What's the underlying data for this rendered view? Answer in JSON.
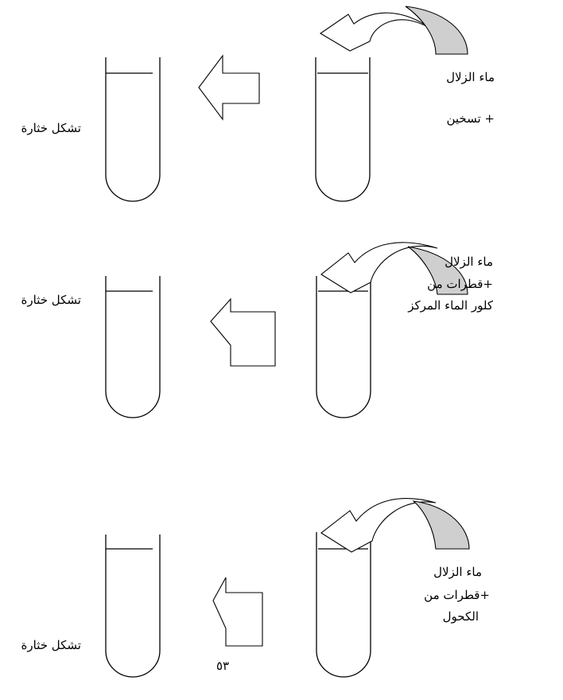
{
  "experiments": [
    {
      "reagent_lines": [
        "ماء الزلال",
        "+ تسخين"
      ],
      "result": "تشكل خثارة"
    },
    {
      "reagent_lines": [
        "ماء الزلال",
        "+قطرات من",
        "كلور الماء  المركز"
      ],
      "result": "تشكل خثارة"
    },
    {
      "reagent_lines": [
        "ماء الزلال",
        "+قطرات من",
        "الكحول"
      ],
      "result": "تشكل خثارة"
    }
  ],
  "page_number": "٥٣",
  "colors": {
    "curved_arrow_fill": "#cfcfcf",
    "stroke": "#000000"
  }
}
